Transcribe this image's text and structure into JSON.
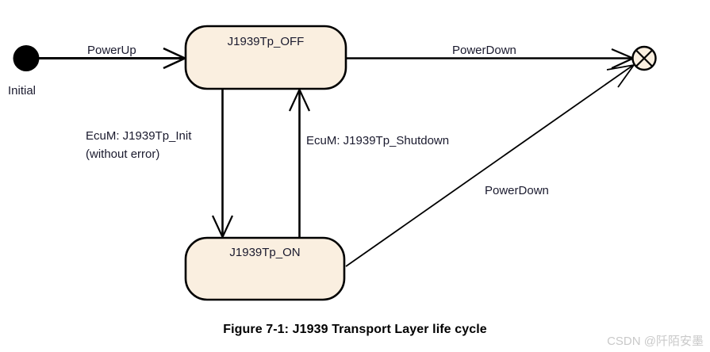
{
  "figure": {
    "caption": "Figure 7-1: J1939 Transport Layer life cycle",
    "watermark": "CSDN @阡陌安墨"
  },
  "colors": {
    "state_fill": "#faefe0",
    "state_stroke": "#000000",
    "line": "#000000",
    "text": "#1a1a2e",
    "caption_text": "#000000",
    "watermark_text": "#c9c9c9",
    "background": "#ffffff"
  },
  "nodes": [
    {
      "id": "initial",
      "type": "initial-state",
      "label": "Initial"
    },
    {
      "id": "off",
      "type": "state",
      "label": "J1939Tp_OFF"
    },
    {
      "id": "on",
      "type": "state",
      "label": "J1939Tp_ON"
    },
    {
      "id": "final",
      "type": "final-state",
      "label": ""
    }
  ],
  "transitions": [
    {
      "id": "t1",
      "from": "initial",
      "to": "off",
      "label": "PowerUp"
    },
    {
      "id": "t2",
      "from": "off",
      "to": "final",
      "label": "PowerDown"
    },
    {
      "id": "t3",
      "from": "off",
      "to": "on",
      "label_line1": "EcuM: J1939Tp_Init",
      "label_line2": "(without error)"
    },
    {
      "id": "t4",
      "from": "on",
      "to": "off",
      "label": "EcuM: J1939Tp_Shutdown"
    },
    {
      "id": "t5",
      "from": "on",
      "to": "final",
      "label": "PowerDown"
    }
  ]
}
